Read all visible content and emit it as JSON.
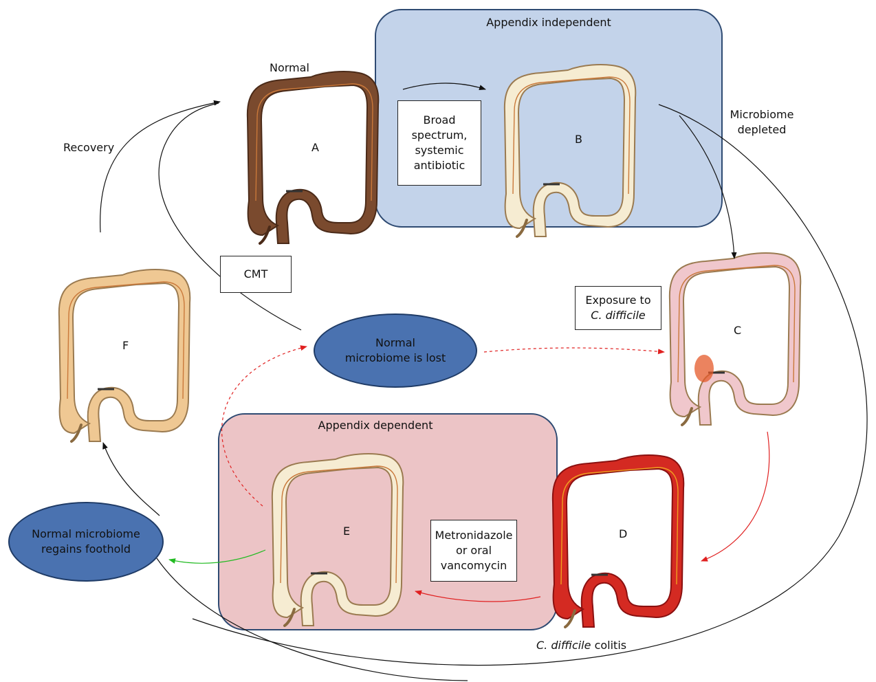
{
  "regions": {
    "independent": {
      "title": "Appendix independent",
      "color": "#c3d3ea"
    },
    "dependent": {
      "title": "Appendix dependent",
      "color": "#ecc4c6"
    }
  },
  "colons": {
    "A": {
      "letter": "A",
      "caption": "Normal",
      "color": "#7a4a2e"
    },
    "B": {
      "letter": "B",
      "color": "#f6ecd2"
    },
    "C": {
      "letter": "C",
      "color": "#f0c7cc"
    },
    "D": {
      "letter": "D",
      "color": "#d42a22"
    },
    "E": {
      "letter": "E",
      "color": "#f6ecd2"
    },
    "F": {
      "letter": "F",
      "color": "#efc893"
    }
  },
  "labels": {
    "recovery": "Recovery",
    "microbiome_depleted": [
      "Microbiome",
      "depleted"
    ],
    "cdiff_colitis_italic": "C. difficile",
    "cdiff_colitis_rest": "colitis"
  },
  "boxes": {
    "antibiotic": [
      "Broad",
      "spectrum,",
      "systemic",
      "antibiotic"
    ],
    "cmt": "CMT",
    "exposure_line1": "Exposure to",
    "exposure_line2": "C. difficile",
    "metronidazole": [
      "Metronidazole",
      "or oral",
      "vancomycin"
    ]
  },
  "ellipses": {
    "lost": [
      "Normal",
      "microbiome is lost"
    ],
    "regains": [
      "Normal microbiome",
      "regains foothold"
    ]
  },
  "arrow_colors": {
    "default": "#111111",
    "red": "#e02020",
    "green": "#22bb22"
  }
}
